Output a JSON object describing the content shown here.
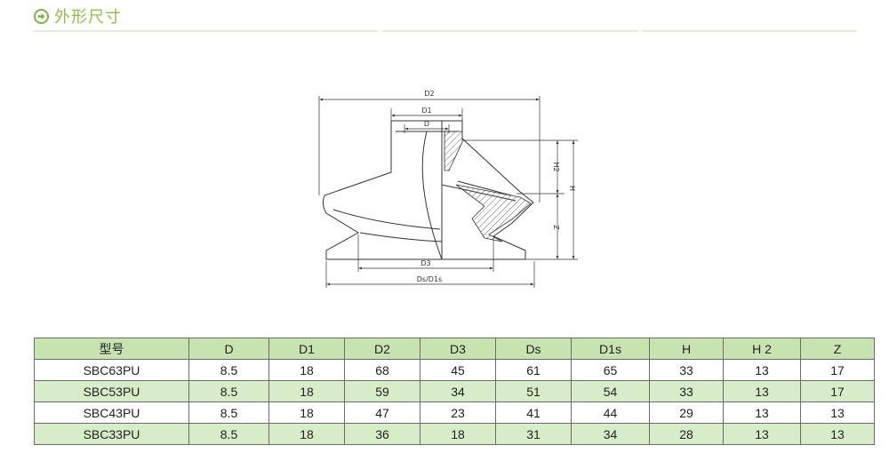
{
  "header": {
    "icon": "arrow-right-circle-icon",
    "title": "外形尺寸",
    "accent_color": "#8bc34a"
  },
  "drawing": {
    "labels": {
      "d2": "D2",
      "d1": "D1",
      "d": "D",
      "h2": "H2",
      "h": "H",
      "z": "Z",
      "d3": "D3",
      "ds_d1s": "Ds/D1s"
    }
  },
  "table": {
    "header_color": "#c7e3b0",
    "stripe_color": "#d8ecc9",
    "columns": [
      "型号",
      "D",
      "D1",
      "D2",
      "D3",
      "Ds",
      "D1s",
      "H",
      "H 2",
      "Z"
    ],
    "rows": [
      [
        "SBC63PU",
        "8.5",
        "18",
        "68",
        "45",
        "61",
        "65",
        "33",
        "13",
        "17"
      ],
      [
        "SBC53PU",
        "8.5",
        "18",
        "59",
        "34",
        "51",
        "54",
        "33",
        "13",
        "17"
      ],
      [
        "SBC43PU",
        "8.5",
        "18",
        "47",
        "23",
        "41",
        "44",
        "29",
        "13",
        "13"
      ],
      [
        "SBC33PU",
        "8.5",
        "18",
        "36",
        "18",
        "31",
        "34",
        "28",
        "13",
        "13"
      ]
    ]
  }
}
